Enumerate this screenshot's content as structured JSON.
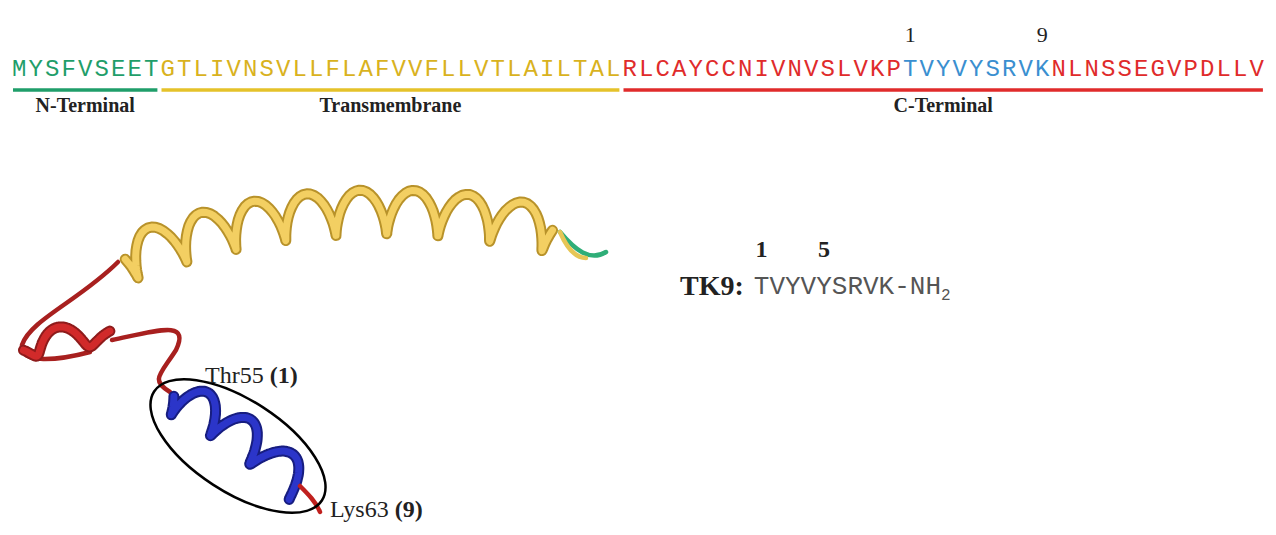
{
  "diagram": {
    "labels": [
      "1",
      "9",
      "MYSFVSEET",
      "GTLIVNSVLLFLAFVVFLLVTLAILTAL",
      "RLCAYCCNIVNVSLVKP",
      "TVYVYSRVK",
      "NLNSSEGVPDLLV",
      "N-Terminal",
      "Transmembrane",
      "C-Terminal",
      "Thr55",
      "(1)",
      "Lys63",
      "(9)",
      "1",
      "5",
      "TK9:",
      "TVYVYSRVK-NH",
      "2"
    ]
  }
}
